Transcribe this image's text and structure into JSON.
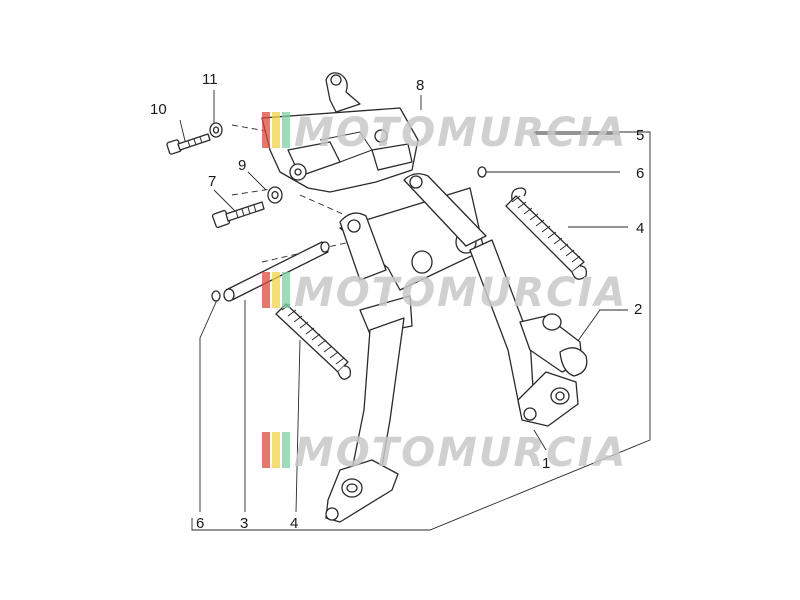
{
  "diagram": {
    "callouts": [
      {
        "id": "c10",
        "text": "10"
      },
      {
        "id": "c11",
        "text": "11"
      },
      {
        "id": "c8",
        "text": "8"
      },
      {
        "id": "c5",
        "text": "5"
      },
      {
        "id": "c6a",
        "text": "6"
      },
      {
        "id": "c9",
        "text": "9"
      },
      {
        "id": "c7",
        "text": "7"
      },
      {
        "id": "c4a",
        "text": "4"
      },
      {
        "id": "c2",
        "text": "2"
      },
      {
        "id": "c1",
        "text": "1"
      },
      {
        "id": "c6b",
        "text": "6"
      },
      {
        "id": "c3",
        "text": "3"
      },
      {
        "id": "c4b",
        "text": "4"
      }
    ],
    "watermark": {
      "text": "MOTOMURCIA",
      "colors": {
        "red": "#e04a3a",
        "yellow": "#f2d24a",
        "green": "#7fd0a0"
      }
    }
  }
}
